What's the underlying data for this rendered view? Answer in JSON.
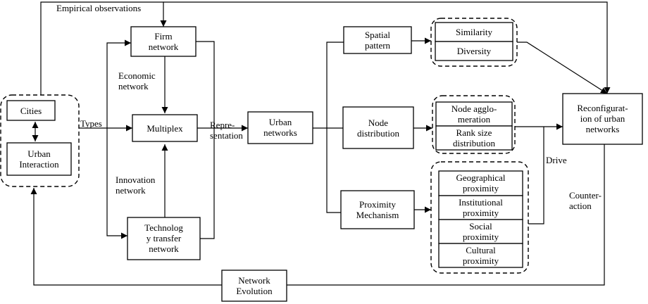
{
  "nodes": {
    "cities": "Cities",
    "urban_interaction": "Urban\nInteraction",
    "firm_network": "Firm\nnetwork",
    "multiplex": "Multiplex",
    "tech_transfer": "Technolog\ny transfer\nnetwork",
    "urban_networks": "Urban\nnetworks",
    "spatial_pattern": "Spatial\npattern",
    "node_distribution": "Node\ndistribution",
    "proximity_mechanism": "Proximity\nMechanism",
    "similarity": "Similarity",
    "diversity": "Diversity",
    "node_agglomeration": "Node agglo-\nmeration",
    "rank_size": "Rank size\ndistribution",
    "geographical": "Geographical\nproximity",
    "institutional": "Institutional\nproximity",
    "social": "Social\nproximity",
    "cultural": "Cultural\nproximity",
    "reconfiguration": "Reconfigurat-\nion of urban\nnetworks",
    "network_evolution": "Network\nEvolution"
  },
  "edge_labels": {
    "empirical": "Empirical observations",
    "economic": "Economic\nnetwork",
    "innovation": "Innovation\nnetwork",
    "types": "Types",
    "representation": "Repre-\nsentation",
    "drive": "Drive",
    "counteraction": "Counter-\naction"
  }
}
